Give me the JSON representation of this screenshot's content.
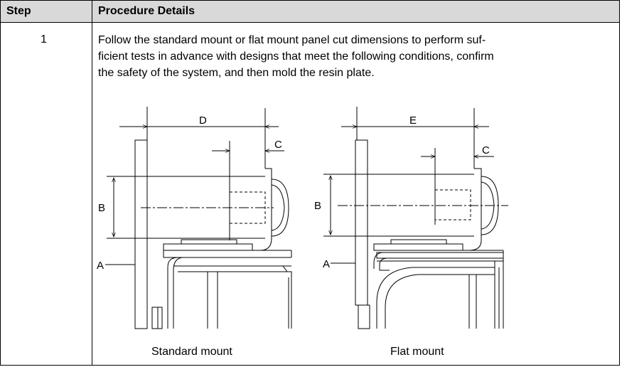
{
  "table": {
    "headers": {
      "step": "Step",
      "procedure": "Procedure Details"
    },
    "row": {
      "step": "1",
      "lines": [
        "Follow the standard mount or flat mount panel cut dimensions to perform suf-",
        "ficient tests in advance with designs that meet the following conditions, confirm",
        "the safety of the system, and then mold the resin plate."
      ]
    }
  },
  "figure": {
    "standard": {
      "labels": {
        "a": "A",
        "b": "B",
        "c": "C",
        "d": "D"
      },
      "caption": "Standard mount"
    },
    "flat": {
      "labels": {
        "a": "A",
        "b": "B",
        "c": "C",
        "e": "E"
      },
      "caption": "Flat mount"
    }
  }
}
